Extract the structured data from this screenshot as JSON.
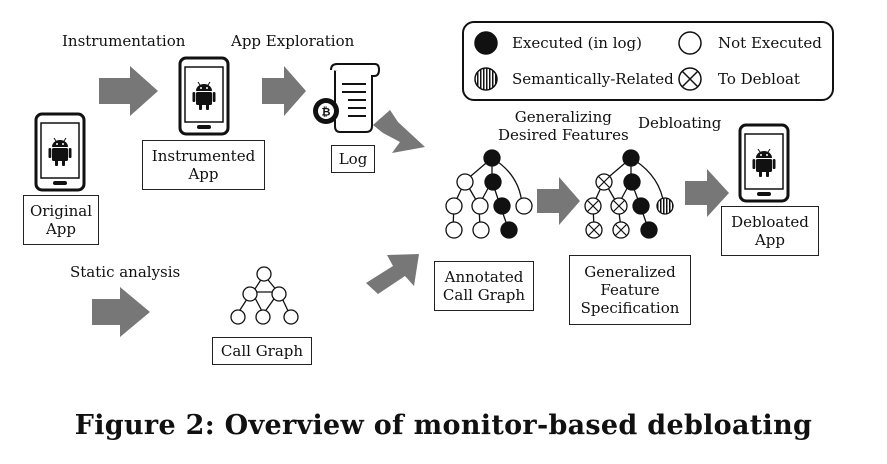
{
  "steps": {
    "instrumentation": "Instrumentation",
    "app_exploration": "App Exploration",
    "static_analysis": "Static analysis",
    "generalizing": [
      "Generalizing",
      "Desired Features"
    ],
    "debloating": "Debloating"
  },
  "artifacts": {
    "original_app": [
      "Original",
      "App"
    ],
    "instrumented_app": [
      "Instrumented",
      "App"
    ],
    "log": "Log",
    "call_graph": "Call Graph",
    "annotated_call_graph": [
      "Annotated",
      "Call Graph"
    ],
    "generalized_spec": [
      "Generalized",
      "Feature",
      "Specification"
    ],
    "debloated_app": [
      "Debloated",
      "App"
    ]
  },
  "legend": {
    "executed": "Executed (in log)",
    "not_executed": "Not Executed",
    "semantically_related": "Semantically-Related",
    "to_debloat": "To Debloat"
  },
  "caption": "Figure 2: Overview of monitor-based debloating",
  "colors": {
    "arrow_fill": "#777777",
    "ink": "#111111"
  },
  "icons": [
    "phone-icon",
    "android-robot-icon",
    "log-scroll-icon",
    "gear-icon"
  ]
}
